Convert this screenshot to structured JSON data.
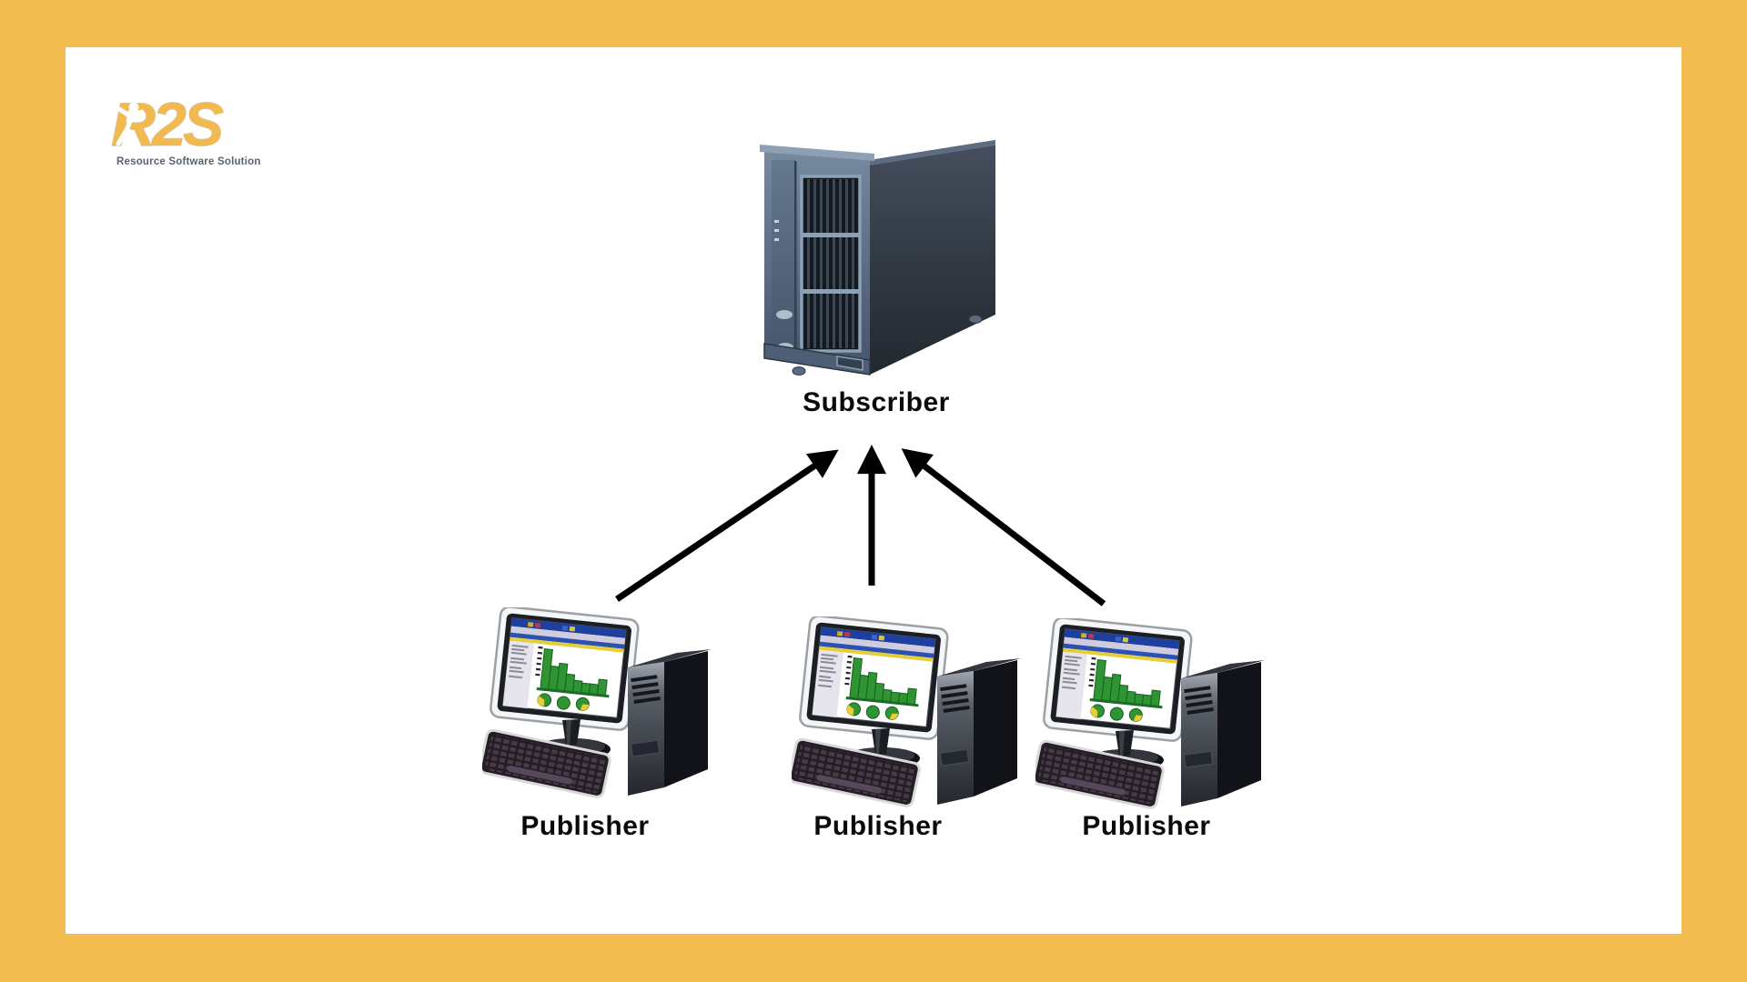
{
  "page": {
    "background_color": "#F2BC50",
    "canvas_color": "#FFFFFF"
  },
  "logo": {
    "text": "R2S",
    "tagline": "Resource Software Solution",
    "logo_color": "#F1B94E",
    "tagline_color": "#5A6370",
    "figure_icon": "running-person-icon"
  },
  "diagram": {
    "subscriber": {
      "label": "Subscriber",
      "icon": "server-tower-icon"
    },
    "publishers": [
      {
        "label": "Publisher",
        "icon": "workstation-icon"
      },
      {
        "label": "Publisher",
        "icon": "workstation-icon"
      },
      {
        "label": "Publisher",
        "icon": "workstation-icon"
      }
    ],
    "arrows": [
      {
        "name": "left-publisher-to-subscriber",
        "direction": "up-right"
      },
      {
        "name": "middle-publisher-to-subscriber",
        "direction": "up"
      },
      {
        "name": "right-publisher-to-subscriber",
        "direction": "up-left"
      }
    ],
    "arrow_color": "#000000",
    "label_color": "#0A0A0A"
  }
}
